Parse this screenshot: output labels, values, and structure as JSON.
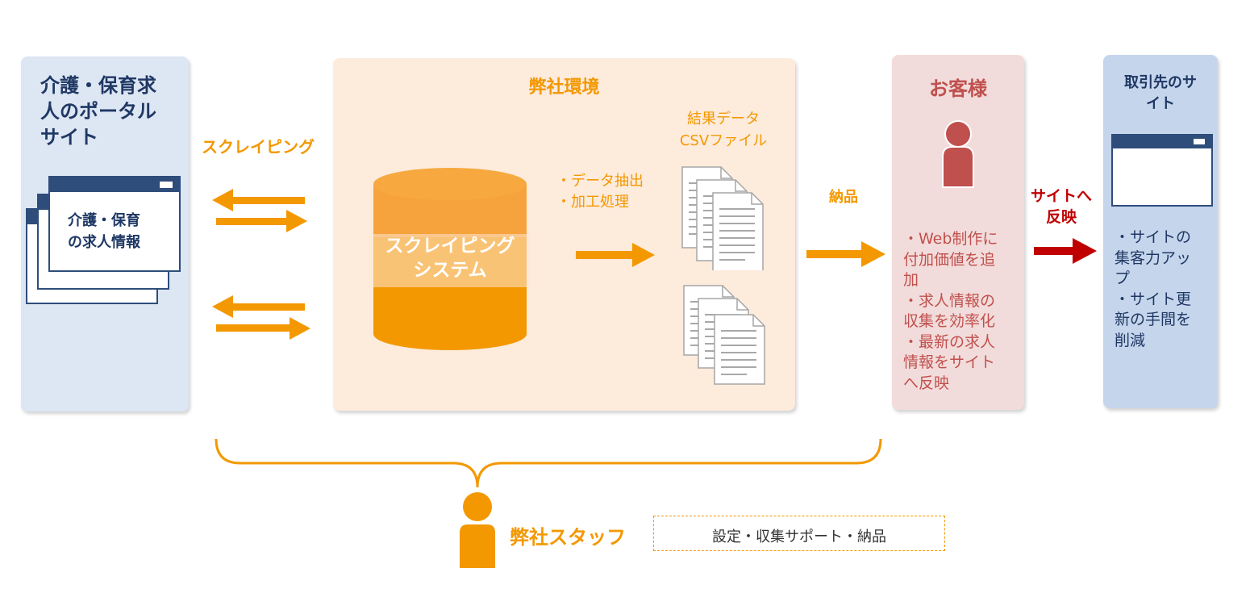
{
  "portal": {
    "title": "介護・保育求人のポータルサイト",
    "title_lines": [
      "介護・保育求",
      "人のポータル",
      "サイト"
    ],
    "window_lines": [
      "介護・保育",
      "の求人情報"
    ]
  },
  "scraping_label": "スクレイピング",
  "env": {
    "title": "弊社環境",
    "db_lines": [
      "スクレイピング",
      "システム"
    ],
    "process_lines": [
      "・データ抽出",
      "・加工処理"
    ],
    "result_lines": [
      "結果データ",
      "CSVファイル"
    ]
  },
  "delivery_label": "納品",
  "customer": {
    "title": "お客様",
    "benefits": [
      "・Web制作に",
      "付加価値を追",
      "加",
      "・求人情報の",
      "収集を効率化",
      "・最新の求人",
      "情報をサイト",
      "へ反映"
    ]
  },
  "reflect_lines": [
    "サイトへ",
    "反映"
  ],
  "partner": {
    "title_lines": [
      "取引先のサ",
      "イト"
    ],
    "benefits": [
      "・サイトの",
      "集客力アッ",
      "プ",
      "・サイト更",
      "新の手間を",
      "削減"
    ]
  },
  "staff": {
    "label": "弊社スタッフ",
    "role": "設定・収集サポート・納品"
  },
  "colors": {
    "orange": "#f39800",
    "navy": "#2e4d7b",
    "portal_bg": "#dde6f3",
    "env_bg": "#fdebdc",
    "customer_bg": "#f2dcdb",
    "customer_red": "#c0504d",
    "partner_bg": "#c5d5ec",
    "reflect_red": "#c00000"
  }
}
